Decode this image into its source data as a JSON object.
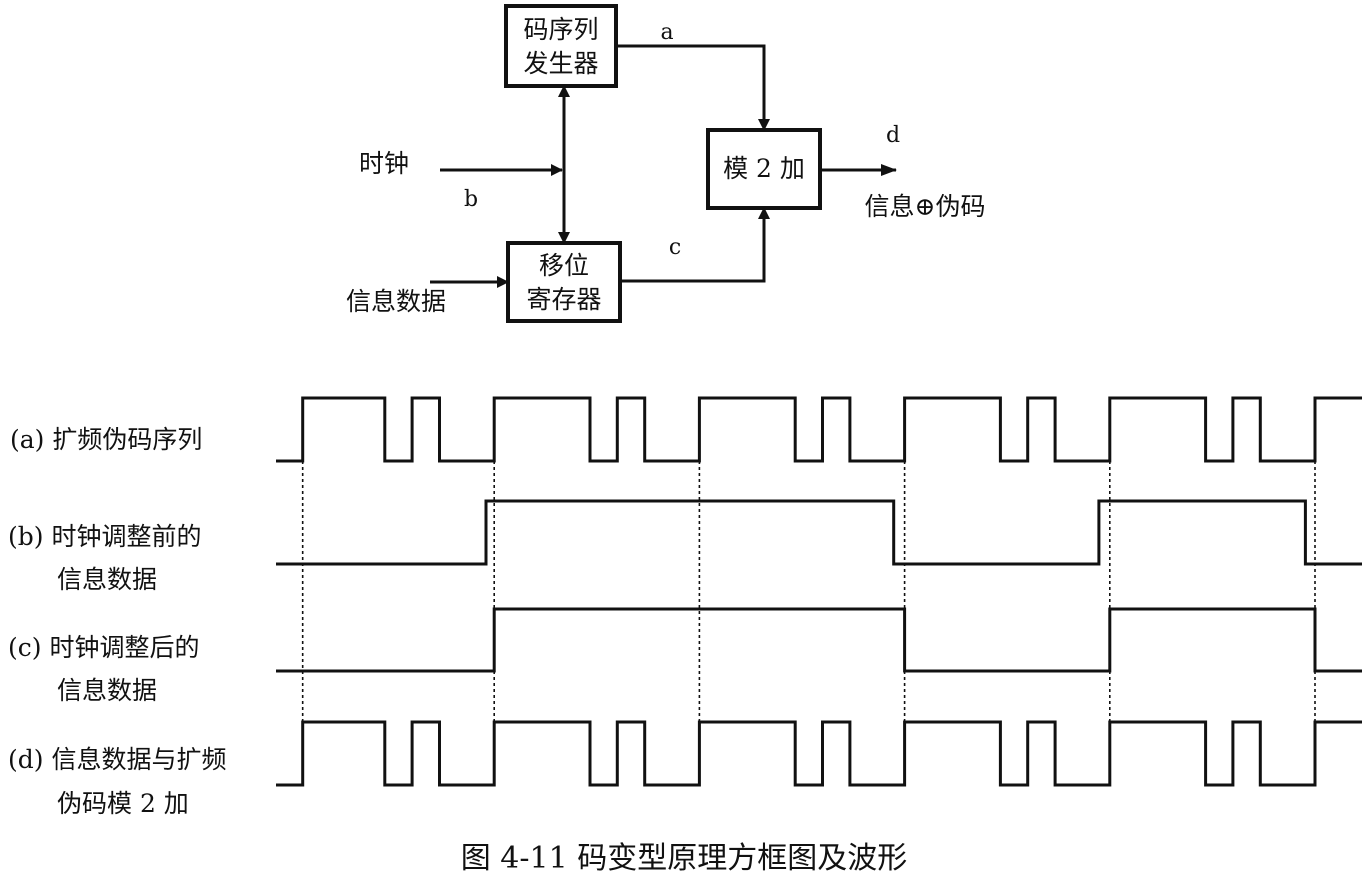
{
  "block_diagram": {
    "blocks": {
      "code_generator": [
        "码序列",
        "发生器"
      ],
      "mod2_adder": "模 2 加",
      "shift_register": [
        "移位",
        "寄存器"
      ]
    },
    "inputs": {
      "clock": "时钟",
      "info_data": "信息数据"
    },
    "signals": {
      "a": "a",
      "b": "b",
      "c": "c",
      "d": "d"
    },
    "output": "信息⊕伪码"
  },
  "waveforms": [
    {
      "id": "a",
      "label_lines": [
        "(a)  扩频伪码序列"
      ],
      "transitions": [
        [
          0,
          0
        ],
        [
          1,
          1
        ],
        [
          7,
          0
        ],
        [
          9,
          1
        ],
        [
          11,
          0
        ],
        [
          15,
          1
        ],
        [
          22,
          0
        ],
        [
          24,
          1
        ],
        [
          26,
          0
        ],
        [
          30,
          1
        ],
        [
          37,
          0
        ],
        [
          39,
          1
        ],
        [
          41,
          0
        ],
        [
          45,
          1
        ],
        [
          52,
          0
        ],
        [
          54,
          1
        ],
        [
          56,
          0
        ],
        [
          60,
          1
        ],
        [
          67,
          0
        ],
        [
          69,
          1
        ],
        [
          71,
          0
        ],
        [
          75,
          1
        ]
      ]
    },
    {
      "id": "b",
      "label_lines": [
        "(b)  时钟调整前的",
        "信息数据"
      ],
      "transitions": [
        [
          0,
          0
        ],
        [
          14.4,
          1
        ],
        [
          44.2,
          0
        ],
        [
          59.2,
          1
        ],
        [
          74.3,
          0
        ]
      ]
    },
    {
      "id": "c",
      "label_lines": [
        "(c)  时钟调整后的",
        "信息数据"
      ],
      "transitions": [
        [
          0,
          0
        ],
        [
          15,
          1
        ],
        [
          45,
          0
        ],
        [
          60,
          1
        ],
        [
          75,
          0
        ]
      ]
    },
    {
      "id": "d",
      "label_lines": [
        "(d)  信息数据与扩频",
        "伪码模 2 加"
      ],
      "transitions": [
        [
          0,
          0
        ],
        [
          1,
          1
        ],
        [
          7,
          0
        ],
        [
          9,
          1
        ],
        [
          11,
          0
        ],
        [
          15,
          1
        ],
        [
          22,
          0
        ],
        [
          24,
          1
        ],
        [
          26,
          0
        ],
        [
          30,
          1
        ],
        [
          37,
          0
        ],
        [
          39,
          1
        ],
        [
          41,
          0
        ],
        [
          45,
          1
        ],
        [
          52,
          0
        ],
        [
          54,
          1
        ],
        [
          56,
          0
        ],
        [
          60,
          1
        ],
        [
          67,
          0
        ],
        [
          69,
          1
        ],
        [
          71,
          0
        ],
        [
          75,
          1
        ]
      ]
    }
  ],
  "caption": "图 4-11  码变型原理方框图及波形"
}
